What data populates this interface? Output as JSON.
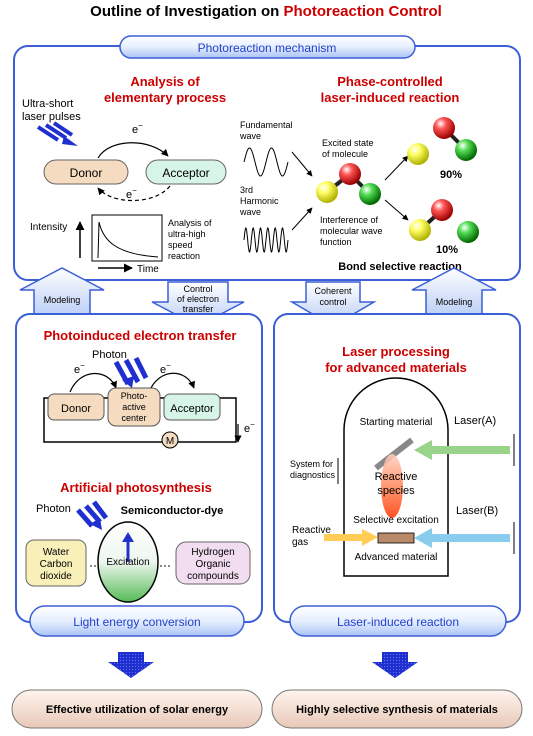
{
  "title": {
    "prefix": "Outline of Investigation on ",
    "highlight": "Photoreaction Control"
  },
  "top_section": {
    "banner": "Photoreaction mechanism",
    "analysis": {
      "heading_line1": "Analysis of",
      "heading_line2": "elementary process",
      "laser_line1": "Ultra-short",
      "laser_line2": "laser pulses",
      "donor": "Donor",
      "acceptor": "Acceptor",
      "electron_top": "e",
      "electron_bottom": "e",
      "electron_sup": "−",
      "intensity": "Intensity",
      "time": "Time",
      "note_line1": "Analysis of",
      "note_line2": "ultra-high",
      "note_line3": "speed",
      "note_line4": "reaction"
    },
    "phase": {
      "heading_line1": "Phase-controlled",
      "heading_line2": "laser-induced reaction",
      "fundamental_line1": "Fundamental",
      "fundamental_line2": "wave",
      "harmonic_line1": "3rd",
      "harmonic_line2": "Harmonic",
      "harmonic_line3": "wave",
      "excited_line1": "Excited state",
      "excited_line2": "of molecule",
      "interference_line1": "Interference of",
      "interference_line2": "molecular wave",
      "interference_line3": "function",
      "percent_top": "90%",
      "percent_bottom": "10%",
      "bond_selective": "Bond selective reaction"
    }
  },
  "connectors": {
    "modeling_left": "Modeling",
    "control_line1": "Control",
    "control_line2": "of electron",
    "control_line3": "transfer",
    "coherent_line1": "Coherent",
    "coherent_line2": "control",
    "modeling_right": "Modeling"
  },
  "left_section": {
    "pet_heading": "Photoinduced electron transfer",
    "photon": "Photon",
    "electron": "e",
    "electron_sup": "−",
    "donor": "Donor",
    "center_line1": "Photo-",
    "center_line2": "active",
    "center_line3": "center",
    "acceptor": "Acceptor",
    "meter": "M",
    "ap_heading": "Artificial photosynthesis",
    "photon2": "Photon",
    "semiconductor": "Semiconductor-dye",
    "water_line1": "Water",
    "water_line2": "Carbon",
    "water_line3": "dioxide",
    "excitation": "Excitation",
    "hydrogen_line1": "Hydrogen",
    "hydrogen_line2": "Organic",
    "hydrogen_line3": "compounds",
    "banner": "Light energy conversion"
  },
  "right_section": {
    "heading_line1": "Laser processing",
    "heading_line2": "for advanced materials",
    "starting_material": "Starting material",
    "laser_a": "Laser(A)",
    "system_line1": "System for",
    "system_line2": "diagnostics",
    "reactive_line1": "Reactive",
    "reactive_line2": "species",
    "selective_excitation": "Selective excitation",
    "laser_b": "Laser(B)",
    "gas_line1": "Reactive",
    "gas_line2": "gas",
    "advanced_material": "Advanced material",
    "banner": "Laser-induced reaction"
  },
  "outcomes": {
    "left": "Effective utilization of solar energy",
    "right": "Highly selective synthesis of materials"
  },
  "colors": {
    "title_red": "#cc0000",
    "heading_red": "#cc0000",
    "panel_border": "#3b5fd6",
    "banner_fill": "#dde9ff",
    "arrow_blue": "#2233cc",
    "donor_fill": "#f5dcc0",
    "acceptor_fill": "#d6f5e6",
    "atom_yellow": "#ffff44",
    "atom_red": "#ff4444",
    "atom_green": "#44cc44"
  }
}
